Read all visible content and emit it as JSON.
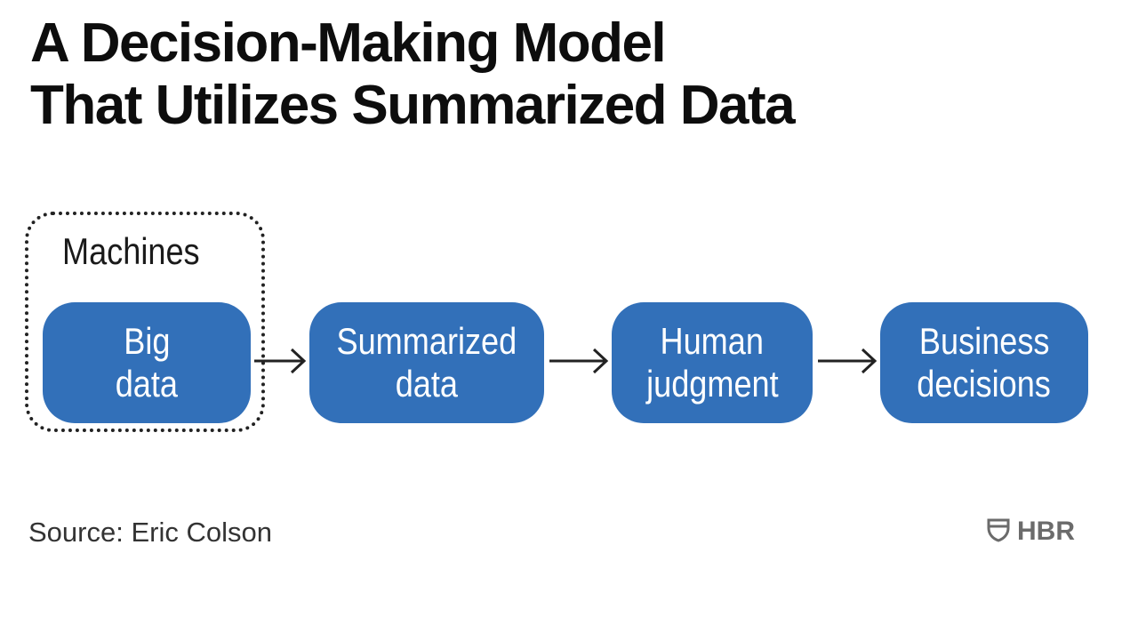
{
  "title": {
    "line1": "A Decision-Making Model",
    "line2": "That Utilizes Summarized Data"
  },
  "group": {
    "label": "Machines"
  },
  "nodes": [
    {
      "line1": "Big",
      "line2": "data"
    },
    {
      "line1": "Summarized",
      "line2": "data"
    },
    {
      "line1": "Human",
      "line2": "judgment"
    },
    {
      "line1": "Business",
      "line2": "decisions"
    }
  ],
  "edges": [
    {
      "from": "Big data",
      "to": "Summarized data"
    },
    {
      "from": "Summarized data",
      "to": "Human judgment"
    },
    {
      "from": "Human judgment",
      "to": "Business decisions"
    }
  ],
  "footer": {
    "source": "Source: Eric Colson",
    "logo_text": "HBR",
    "logo_icon": "hbr-shield-icon"
  },
  "colors": {
    "node_fill": "#3270b9",
    "node_text": "#ffffff",
    "title": "#0d0d0d",
    "arrow": "#222222",
    "logo": "#6b6b6b"
  }
}
